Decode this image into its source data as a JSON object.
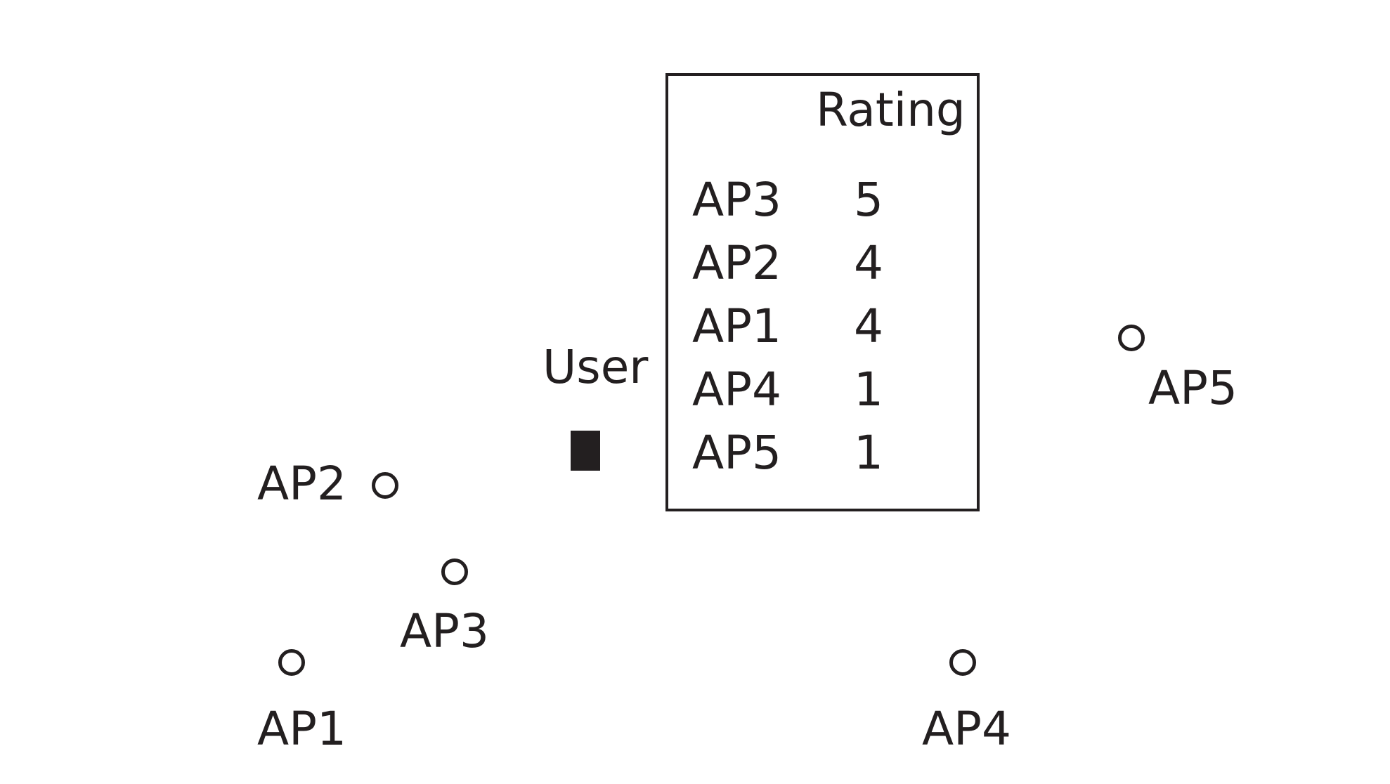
{
  "user": {
    "label": "User"
  },
  "access_points": [
    {
      "id": "ap1",
      "label": "AP1"
    },
    {
      "id": "ap2",
      "label": "AP2"
    },
    {
      "id": "ap3",
      "label": "AP3"
    },
    {
      "id": "ap4",
      "label": "AP4"
    },
    {
      "id": "ap5",
      "label": "AP5"
    }
  ],
  "rating_table": {
    "header": "Rating",
    "rows": [
      {
        "ap": "AP3",
        "rating": "5"
      },
      {
        "ap": "AP2",
        "rating": "4"
      },
      {
        "ap": "AP1",
        "rating": "4"
      },
      {
        "ap": "AP4",
        "rating": "1"
      },
      {
        "ap": "AP5",
        "rating": "1"
      }
    ]
  }
}
